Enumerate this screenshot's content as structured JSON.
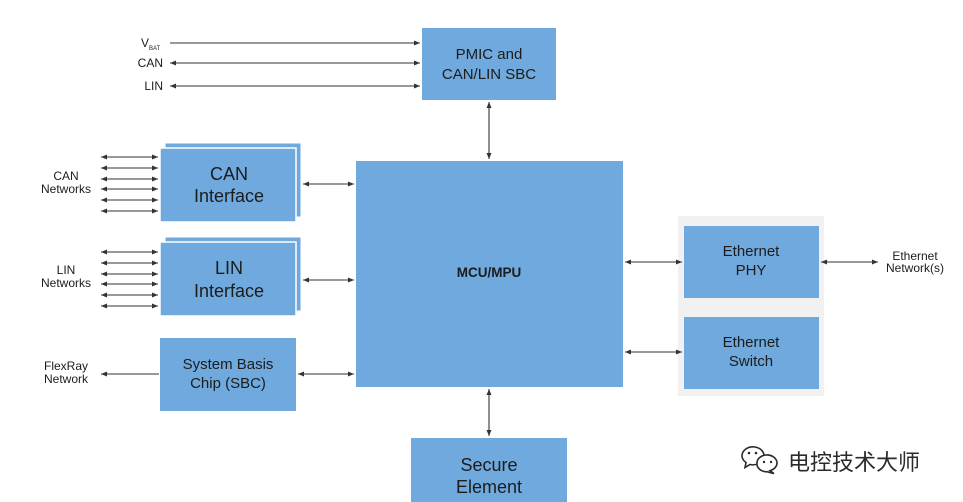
{
  "supply_signals": {
    "vbat_main": "V",
    "vbat_sub": "BAT",
    "can": "CAN",
    "lin": "LIN"
  },
  "pmic": {
    "line1": "PMIC and",
    "line2": "CAN/LIN SBC"
  },
  "can_networks": {
    "line1": "CAN",
    "line2": "Networks"
  },
  "can_interface": {
    "line1": "CAN",
    "line2": "Interface"
  },
  "lin_networks": {
    "line1": "LIN",
    "line2": "Networks"
  },
  "lin_interface": {
    "line1": "LIN",
    "line2": "Interface"
  },
  "flexray": {
    "line1": "FlexRay",
    "line2": "Network"
  },
  "sbc": {
    "line1": "System Basis",
    "line2": "Chip (SBC)"
  },
  "mcu": {
    "label": "MCU/MPU"
  },
  "ethernet_phy": {
    "line1": "Ethernet",
    "line2": "PHY"
  },
  "ethernet_switch": {
    "line1": "Ethernet",
    "line2": "Switch"
  },
  "ethernet_network": {
    "line1": "Ethernet",
    "line2": "Network(s)"
  },
  "secure_element": {
    "line1": "Secure",
    "line2": "Element"
  },
  "watermark": {
    "icon": "wechat-icon",
    "text": "电控技术大师"
  },
  "colors": {
    "block_fill": "#6fa9dd",
    "text": "#1c1c1c",
    "connector": "#333333",
    "ethernet_group_background": "#f1f1f1",
    "watermark": "#2b2b2b"
  }
}
